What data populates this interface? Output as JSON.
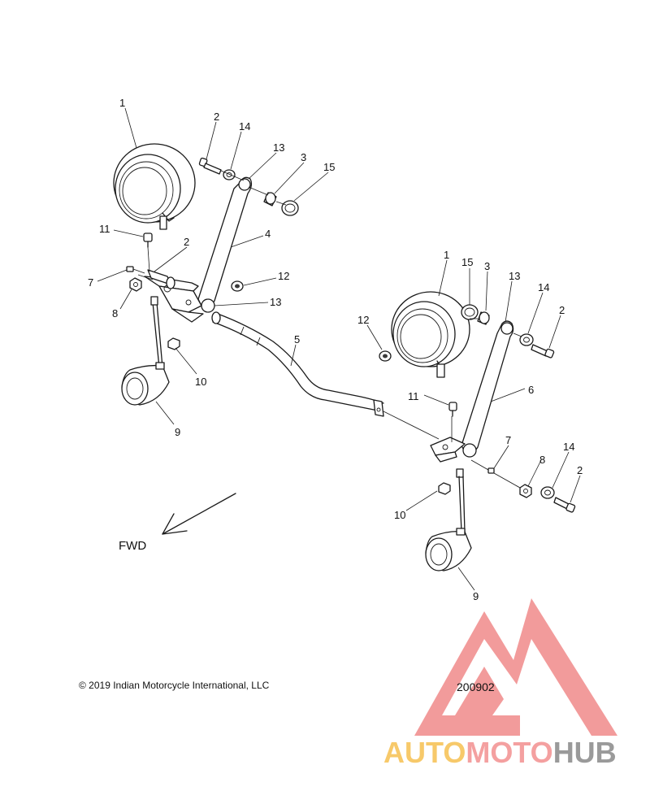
{
  "diagram": {
    "callouts": [
      "1",
      "2",
      "14",
      "13",
      "3",
      "15",
      "11",
      "2",
      "4",
      "7",
      "12",
      "8",
      "13",
      "10",
      "9",
      "1",
      "15",
      "3",
      "13",
      "14",
      "2",
      "12",
      "5",
      "11",
      "6",
      "7",
      "8",
      "14",
      "2",
      "10",
      "9"
    ],
    "direction_label": "FWD",
    "copyright": "© 2019 Indian Motorcycle International, LLC",
    "diagram_id": "200902"
  },
  "watermark": {
    "part1": "AUTO",
    "part2": "MOTO",
    "part3": "HUB",
    "colors": {
      "part1": "#f7c96a",
      "part2": "#f4a0a0",
      "part3": "#9a9a9a",
      "triangle": "#f08a8a"
    }
  }
}
